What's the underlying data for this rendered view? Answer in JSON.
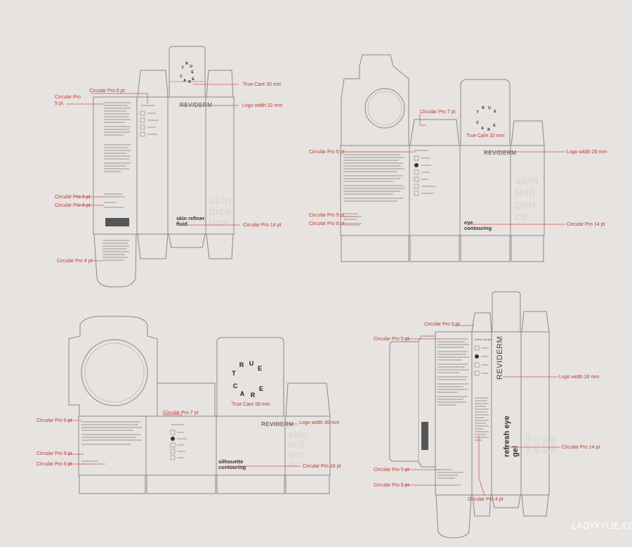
{
  "watermark": "LADYKYLIE.COM",
  "colors": {
    "background": "#e6e3e1",
    "dieline": "#8a8786",
    "leader": "#d9534f",
    "label": "#c0392b"
  },
  "dielines": [
    {
      "brand": "REVIDERM",
      "product": [
        "skin refiner",
        "fluid"
      ],
      "ghost": [
        "skin",
        "dica",
        "tion"
      ],
      "seal": "TRUE CARE",
      "labels": {
        "circular_6": "Circular Pro 6 pt",
        "circular_5a_l1": "Circular Pro",
        "circular_5a_l2": "5 pt",
        "true_care": "True Care 20 mm",
        "logo_width": "Logo width 22 mm",
        "circular_5b": "Circular Pro 5 pt",
        "circular_8": "Circular Pro 8 pt",
        "circular_14": "Circular Pro 14 pt",
        "circular_4": "Circular Pro 4 pt"
      }
    },
    {
      "brand": "REVIDERM",
      "product": [
        "eye",
        "contouring"
      ],
      "ghost": [
        "skin",
        "telli",
        "gen",
        "ce"
      ],
      "seal": "TRUE CARE",
      "labels": {
        "circular_7": "Circular Pro 7 pt",
        "true_care": "True Care 32 mm",
        "circular_6": "Circular Pro 6 pt",
        "logo_width": "Logo width 26 mm",
        "circular_5": "Circular Pro 5 pt",
        "circular_8": "Circular Pro 8 pt",
        "circular_14": "Circular Pro 14 pt"
      }
    },
    {
      "brand": "REVIDERM",
      "product": [
        "silhouette",
        "contouring"
      ],
      "ghost": [
        "skin",
        "telli",
        "gen",
        "ce"
      ],
      "seal": "TRUE CARE",
      "labels": {
        "circular_7": "Circular Pro 7 pt",
        "true_care": "True Care 58 mm",
        "circular_6a": "Circular Pro 6 pt",
        "logo_width": "Logo width 30 mm",
        "circular_8": "Circular Pro 8 pt",
        "circular_6b": "Circular Pro 6 pt",
        "circular_18": "Circular Pro 18 pt"
      }
    },
    {
      "brand": "REVIDERM",
      "product": [
        "refresh eye",
        "gel"
      ],
      "header": "refresh eye gel",
      "ghost": [
        "skin",
        "ess",
        "ent",
        "ials"
      ],
      "labels": {
        "circular_6": "Circular Pro 6 pt",
        "circular_5a": "Circular Pro 5 pt",
        "logo_width": "Logo width 26 mm",
        "circular_14": "Circular Pro 14 pt",
        "circular_5b": "Circular Pro 5 pt",
        "circular_8": "Circular Pro 8 pt",
        "circular_4": "Circular Pro 4 pt"
      }
    }
  ]
}
